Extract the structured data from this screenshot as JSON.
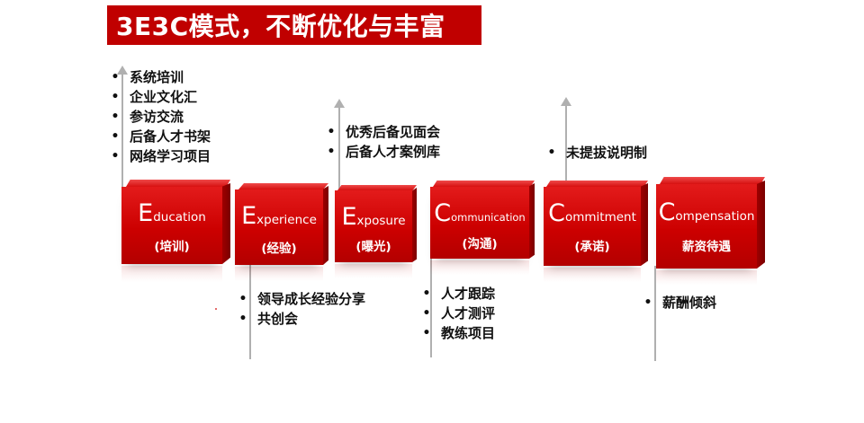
{
  "title": "3E3C模式，不断优化与丰富",
  "colors": {
    "accent": "#c00000",
    "arrow": "#b0b0b0",
    "text": "#111111"
  },
  "bullet_symbol": "•",
  "cubes": [
    {
      "initial": "E",
      "rest": "ducation",
      "cn": "(培训)"
    },
    {
      "initial": "E",
      "rest": "xperience",
      "cn": "(经验)"
    },
    {
      "initial": "E",
      "rest": "xposure",
      "cn": "(曝光)"
    },
    {
      "initial": "C",
      "rest": "ommunication",
      "cn": "(沟通)"
    },
    {
      "initial": "C",
      "rest": "ommitment",
      "cn": "(承诺)"
    },
    {
      "initial": "C",
      "rest": "ompensation",
      "cn": "薪资待遇"
    }
  ],
  "lists": {
    "education": [
      "系统培训",
      "企业文化汇",
      "参访交流",
      "后备人才书架",
      "网络学习项目"
    ],
    "exposure": [
      "优秀后备见面会",
      "后备人才案例库"
    ],
    "commitment": [
      "未提拔说明制"
    ],
    "experience": [
      "领导成长经验分享",
      "共创会"
    ],
    "communication": [
      "人才跟踪",
      "人才测评",
      "教练项目"
    ],
    "compensation": [
      "薪酬倾斜"
    ]
  }
}
